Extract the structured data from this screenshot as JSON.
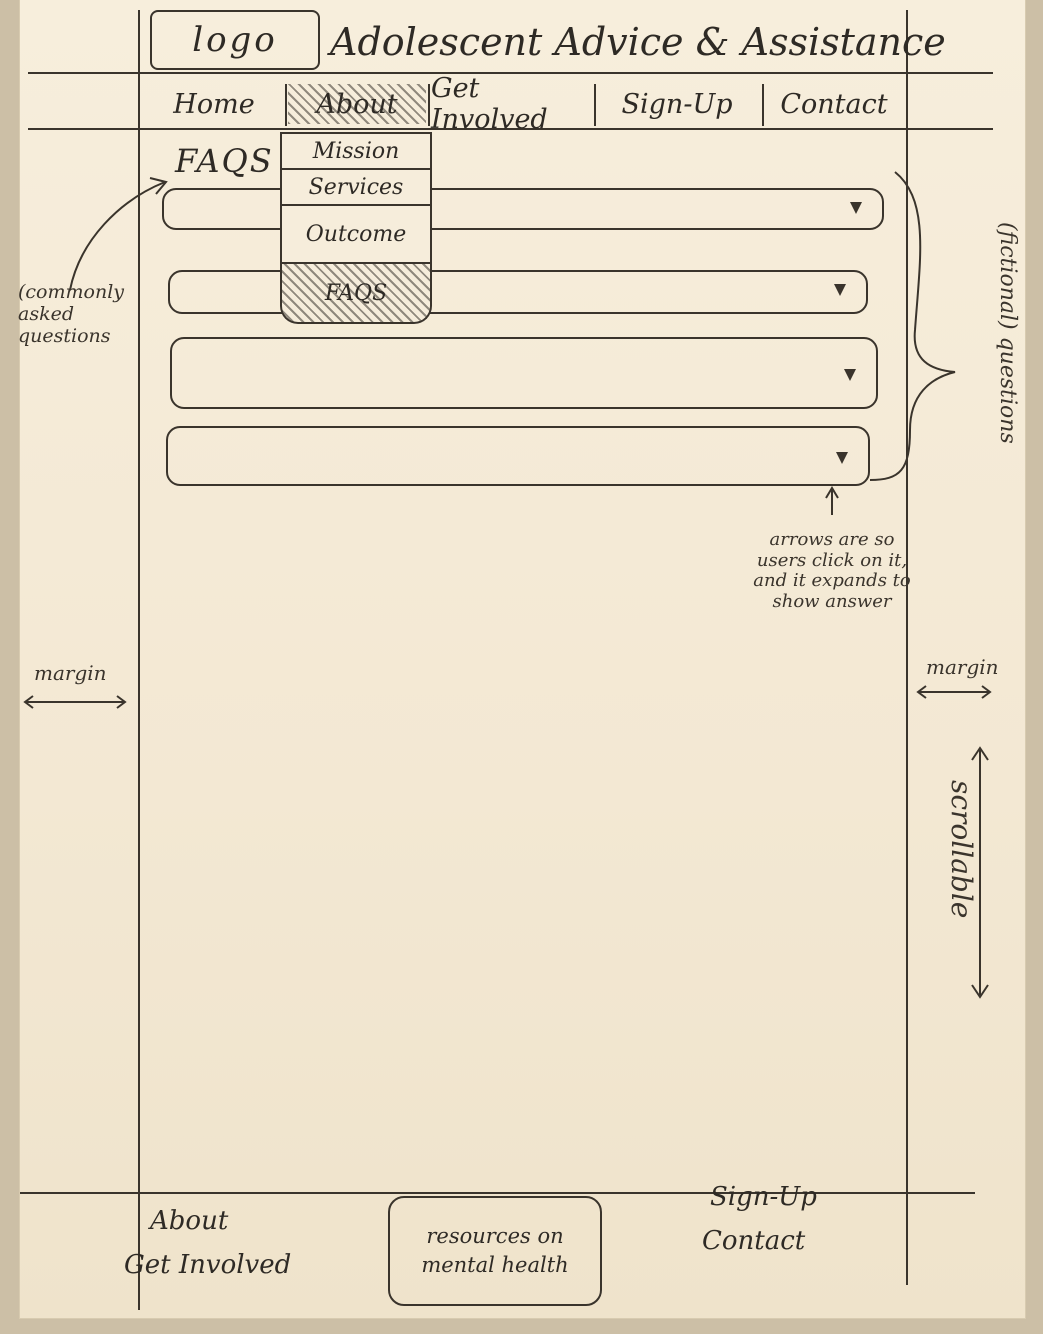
{
  "header": {
    "logo_text": "logo",
    "site_title": "Adolescent Advice & Assistance"
  },
  "nav": {
    "items": [
      {
        "label": "Home"
      },
      {
        "label": "About"
      },
      {
        "label": "Get Involved"
      },
      {
        "label": "Sign-Up"
      },
      {
        "label": "Contact"
      }
    ],
    "dropdown": [
      {
        "label": "Mission"
      },
      {
        "label": "Services"
      },
      {
        "label": "Outcome"
      },
      {
        "label": "FAQS"
      }
    ]
  },
  "main": {
    "title": "FAQS",
    "questions": [
      {
        "label": "",
        "expand_icon": "triangle-down-icon"
      },
      {
        "label": "",
        "expand_icon": "triangle-down-icon"
      },
      {
        "label": "",
        "expand_icon": "triangle-down-icon"
      },
      {
        "label": "",
        "expand_icon": "triangle-down-icon"
      }
    ]
  },
  "annotations": {
    "faq_note": "(commonly asked questions",
    "questions_note": "(fictional) questions",
    "arrows_note": "arrows are so users click on it, and it expands to show answer",
    "margin_left": "margin",
    "margin_right": "margin",
    "scrollable": "scrollable"
  },
  "footer": {
    "left_links": [
      "About",
      "Get Involved"
    ],
    "resources_line1": "resources on",
    "resources_line2": "mental health",
    "right_links": [
      "Sign-Up",
      "Contact"
    ]
  }
}
